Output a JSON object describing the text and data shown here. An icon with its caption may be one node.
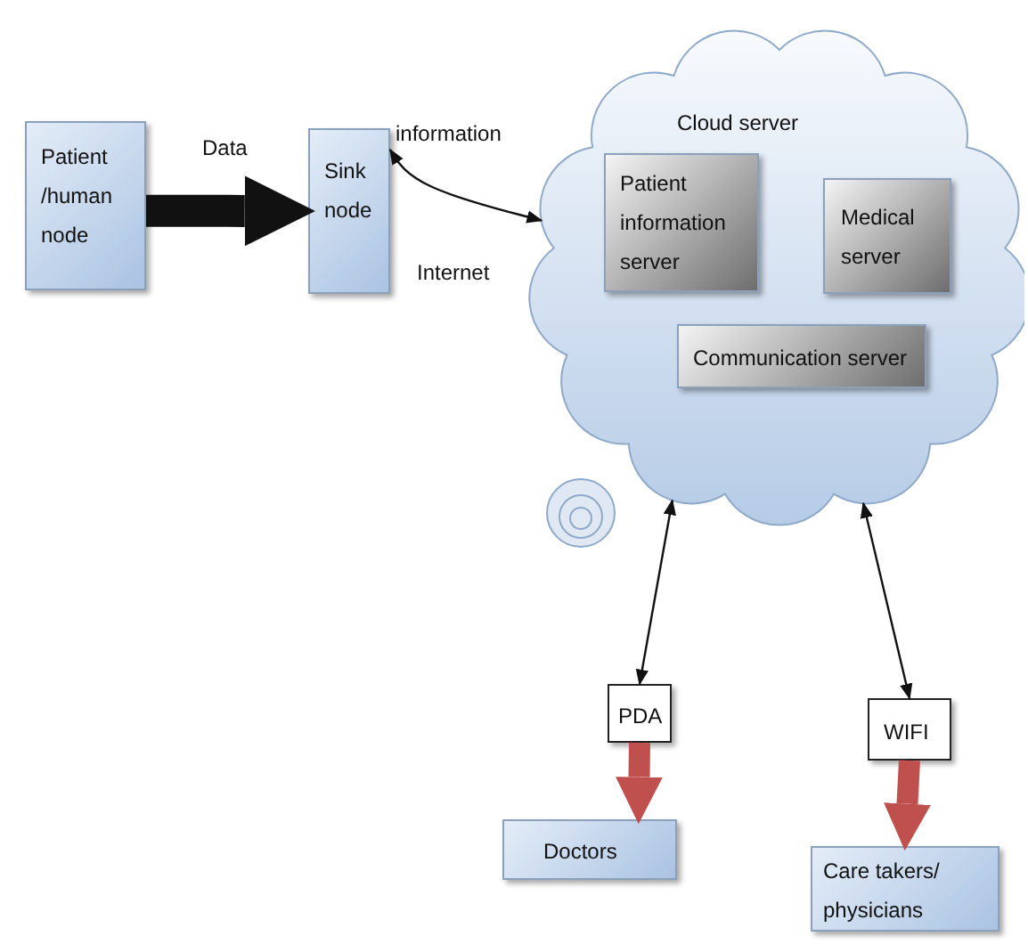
{
  "diagram": {
    "nodes": [
      {
        "text": [
          "Patient /human node"
        ]
      },
      {
        "text": [
          "Sink node"
        ]
      },
      {
        "text": [
          "Cloud server"
        ]
      },
      {
        "text": [
          "Patient information server"
        ],
        "in": 2
      },
      {
        "text": [
          "Medical server"
        ],
        "in": 2
      },
      {
        "text": [
          "Communication server"
        ],
        "in": 2
      },
      {
        "text": [
          "PDA"
        ]
      },
      {
        "text": [
          "WIFI"
        ]
      },
      {
        "text": [
          "Doctors"
        ]
      },
      {
        "text": [
          "Care takers/ physicians"
        ]
      }
    ],
    "edges": [
      {
        "from": 0,
        "to": 1,
        "arrow": "to",
        "label": "Data",
        "style": "thick"
      },
      {
        "from": 1,
        "to": 2,
        "arrow": "both"
      },
      {
        "from": 2,
        "to": 6,
        "arrow": "both"
      },
      {
        "from": 2,
        "to": 7,
        "arrow": "both"
      },
      {
        "from": 6,
        "to": 8,
        "arrow": "to",
        "style": "thick",
        "color": "#c0504d"
      },
      {
        "from": 7,
        "to": 9,
        "arrow": "to",
        "style": "thick",
        "color": "#c0504d"
      }
    ],
    "labels": [
      "information",
      "Internet"
    ]
  }
}
